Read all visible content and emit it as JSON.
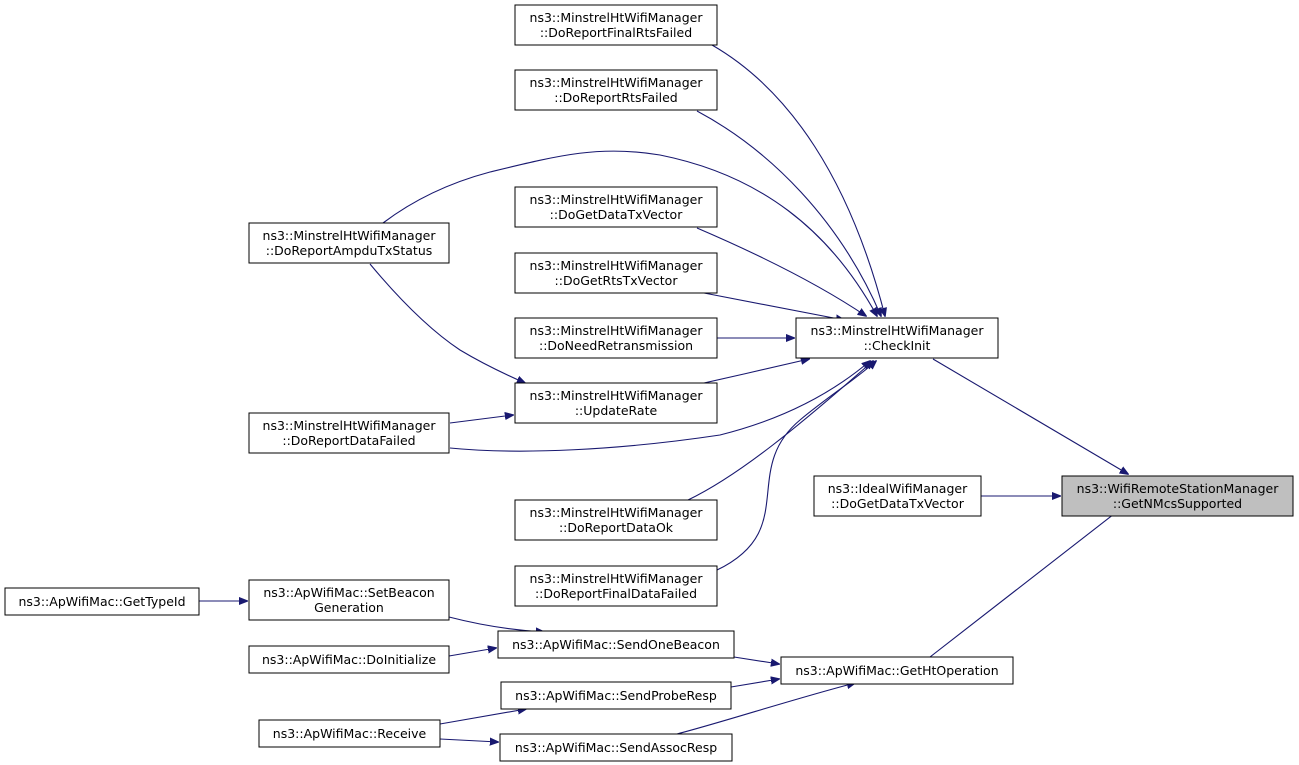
{
  "nodes": {
    "get_nmcs_supported": {
      "lines": [
        "ns3::WifiRemoteStationManager",
        "::GetNMcsSupported"
      ],
      "root": true
    },
    "check_init": {
      "lines": [
        "ns3::MinstrelHtWifiManager",
        "::CheckInit"
      ]
    },
    "ideal_do_get_data_tx_vector": {
      "lines": [
        "ns3::IdealWifiManager",
        "::DoGetDataTxVector"
      ]
    },
    "get_ht_operation": {
      "lines": [
        "ns3::ApWifiMac::GetHtOperation"
      ]
    },
    "do_report_final_rts_failed": {
      "lines": [
        "ns3::MinstrelHtWifiManager",
        "::DoReportFinalRtsFailed"
      ]
    },
    "do_report_rts_failed": {
      "lines": [
        "ns3::MinstrelHtWifiManager",
        "::DoReportRtsFailed"
      ]
    },
    "do_report_ampdu_tx_status": {
      "lines": [
        "ns3::MinstrelHtWifiManager",
        "::DoReportAmpduTxStatus"
      ]
    },
    "do_get_data_tx_vector": {
      "lines": [
        "ns3::MinstrelHtWifiManager",
        "::DoGetDataTxVector"
      ]
    },
    "do_get_rts_tx_vector": {
      "lines": [
        "ns3::MinstrelHtWifiManager",
        "::DoGetRtsTxVector"
      ]
    },
    "do_need_retransmission": {
      "lines": [
        "ns3::MinstrelHtWifiManager",
        "::DoNeedRetransmission"
      ]
    },
    "update_rate": {
      "lines": [
        "ns3::MinstrelHtWifiManager",
        "::UpdateRate"
      ]
    },
    "do_report_data_failed": {
      "lines": [
        "ns3::MinstrelHtWifiManager",
        "::DoReportDataFailed"
      ]
    },
    "do_report_data_ok": {
      "lines": [
        "ns3::MinstrelHtWifiManager",
        "::DoReportDataOk"
      ]
    },
    "do_report_final_data_failed": {
      "lines": [
        "ns3::MinstrelHtWifiManager",
        "::DoReportFinalDataFailed"
      ]
    },
    "get_type_id": {
      "lines": [
        "ns3::ApWifiMac::GetTypeId"
      ]
    },
    "set_beacon_generation": {
      "lines": [
        "ns3::ApWifiMac::SetBeacon",
        "Generation"
      ]
    },
    "send_one_beacon": {
      "lines": [
        "ns3::ApWifiMac::SendOneBeacon"
      ]
    },
    "do_initialize": {
      "lines": [
        "ns3::ApWifiMac::DoInitialize"
      ]
    },
    "send_probe_resp": {
      "lines": [
        "ns3::ApWifiMac::SendProbeResp"
      ]
    },
    "receive": {
      "lines": [
        "ns3::ApWifiMac::Receive"
      ]
    },
    "send_assoc_resp": {
      "lines": [
        "ns3::ApWifiMac::SendAssocResp"
      ]
    }
  },
  "edges": [
    {
      "from": "check_init",
      "to": "get_nmcs_supported"
    },
    {
      "from": "ideal_do_get_data_tx_vector",
      "to": "get_nmcs_supported"
    },
    {
      "from": "get_ht_operation",
      "to": "get_nmcs_supported"
    },
    {
      "from": "do_report_final_rts_failed",
      "to": "check_init"
    },
    {
      "from": "do_report_rts_failed",
      "to": "check_init"
    },
    {
      "from": "do_report_ampdu_tx_status",
      "to": "check_init"
    },
    {
      "from": "do_get_data_tx_vector",
      "to": "check_init"
    },
    {
      "from": "do_get_rts_tx_vector",
      "to": "check_init"
    },
    {
      "from": "do_need_retransmission",
      "to": "check_init"
    },
    {
      "from": "update_rate",
      "to": "check_init"
    },
    {
      "from": "do_report_data_failed",
      "to": "check_init"
    },
    {
      "from": "do_report_data_ok",
      "to": "check_init"
    },
    {
      "from": "do_report_final_data_failed",
      "to": "check_init"
    },
    {
      "from": "do_report_ampdu_tx_status",
      "to": "update_rate"
    },
    {
      "from": "do_report_data_failed",
      "to": "update_rate"
    },
    {
      "from": "get_type_id",
      "to": "set_beacon_generation"
    },
    {
      "from": "set_beacon_generation",
      "to": "send_one_beacon"
    },
    {
      "from": "do_initialize",
      "to": "send_one_beacon"
    },
    {
      "from": "send_one_beacon",
      "to": "get_ht_operation"
    },
    {
      "from": "send_probe_resp",
      "to": "get_ht_operation"
    },
    {
      "from": "send_assoc_resp",
      "to": "get_ht_operation"
    },
    {
      "from": "receive",
      "to": "send_probe_resp"
    },
    {
      "from": "receive",
      "to": "send_assoc_resp"
    }
  ]
}
